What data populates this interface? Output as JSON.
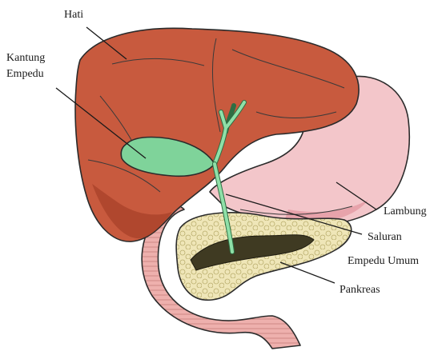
{
  "labels": {
    "liver": "Hati",
    "gallbladder_line1": "Kantung",
    "gallbladder_line2": "Empedu",
    "stomach": "Lambung",
    "bile_duct_line1": "Saluran",
    "bile_duct_line2": "Empedu Umum",
    "pancreas": "Pankreas"
  },
  "colors": {
    "liver": "#c85a3e",
    "liver_shadow": "#a8412a",
    "gallbladder": "#7fd39a",
    "stomach": "#f3c6ca",
    "stomach_inner": "#eaa9ae",
    "pancreas": "#ece3b0",
    "duodenum": "#e9a4a2",
    "duct": "#3f3a22"
  }
}
